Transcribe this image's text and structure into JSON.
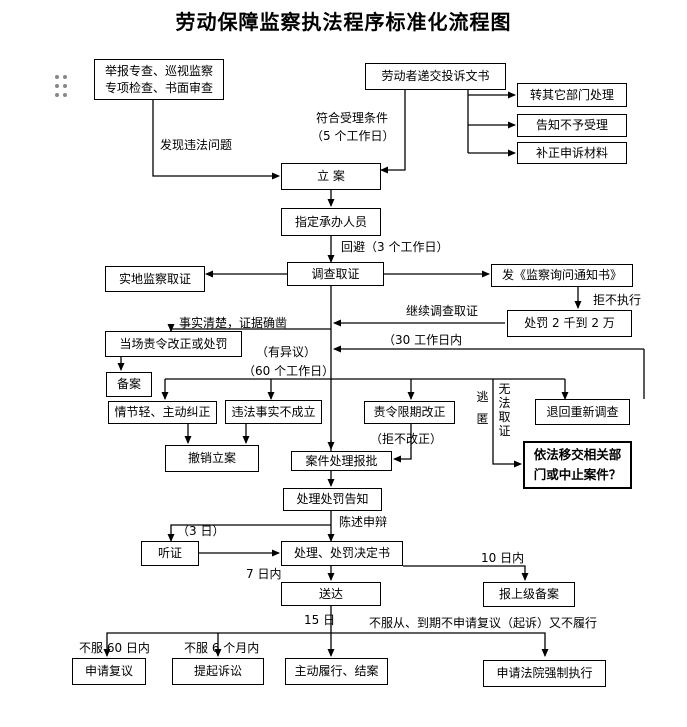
{
  "title": "劳动保障监察执法程序标准化流程图",
  "nodes": {
    "report_sources": [
      "举报专查、巡视监察",
      "专项检查、书面审查"
    ],
    "submit_complaint": "劳动者递交投诉文书",
    "transfer_other_dept": "转其它部门处理",
    "notify_not_accept": "告知不予受理",
    "supplement_materials": "补正申诉材料",
    "file_case": "立  案",
    "assign_officer": "指定承办人员",
    "investigate": "调查取证",
    "onsite_inspection": "实地监察取证",
    "send_inquiry_notice": "发《监察询问通知书》",
    "fine": "处罚 2 千到 2 万",
    "order_correct_onsite": "当场责令改正或处罚",
    "record": "备案",
    "minor_circumstances": "情节轻、主动纠正",
    "violation_not_established": "违法事实不成立",
    "order_correct_deadline": "责令限期改正",
    "reject_reinvestigate": "退回重新调查",
    "transfer_or_suspend": [
      "依法移交相关部",
      "门或中止案件？"
    ],
    "revoke_case": "撤销立案",
    "case_approval": "案件处理报批",
    "penalty_notice": "处理处罚告知",
    "hearing": "听证",
    "penalty_decision": "处理、处罚决定书",
    "deliver": "送达",
    "report_superior": "报上级备案",
    "apply_review": "申请复议",
    "file_lawsuit": "提起诉讼",
    "voluntary_performance": "主动履行、结案",
    "apply_court_enforcement": "申请法院强制执行"
  },
  "labels": {
    "found_violation": "发现违法问题",
    "meets_conditions": [
      "符合受理条件",
      "（5 个工作日）"
    ],
    "recusal": "回避（3 个工作日）",
    "continue_investigation": "继续调查取证",
    "refuse_execute": "拒不执行",
    "facts_clear": "事实清楚，证据确凿",
    "thirty_days": "（30 工作日内",
    "has_objection": "（有异议）",
    "sixty_days": "（60 个工作日）",
    "escape": "逃匿",
    "no_evidence": "无法取证",
    "refuse_correct": "（拒不改正）",
    "statement_defense": "陈述申辩",
    "three_days": "（3 日）",
    "seven_days": "7 日内",
    "ten_days": "10 日内",
    "fifteen_days": "15 日",
    "not_comply": "不服从、到期不申请复议（起诉）又不履行",
    "disagree_60": "不服 60 日内",
    "disagree_6m": "不服  6 个月内"
  }
}
